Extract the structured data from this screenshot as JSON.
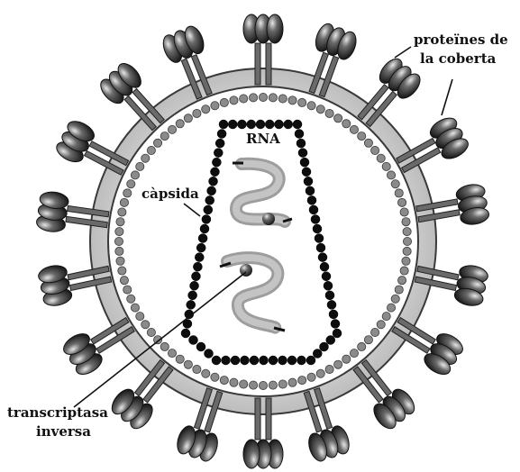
{
  "labels": {
    "coat_proteins_line1": "proteïnes de",
    "coat_proteins_line2": "la coberta",
    "rna": "RNA",
    "capsid": "càpsida",
    "reverse_transcriptase_line1": "transcriptasa",
    "reverse_transcriptase_line2": "inversa"
  },
  "colors": {
    "envelope_fill": "#c9c9c9",
    "envelope_stroke": "#3a3a3a",
    "membrane_beads": "#8a8a8a",
    "capsid_beads": "#0d0d0d",
    "rna_strand": "#a8a8a8",
    "spike_knob": "#4a4a4a",
    "leader_line": "#111111"
  },
  "icons": {
    "spike": "glycoprotein-spike-icon",
    "enzyme": "enzyme-dot-icon"
  }
}
